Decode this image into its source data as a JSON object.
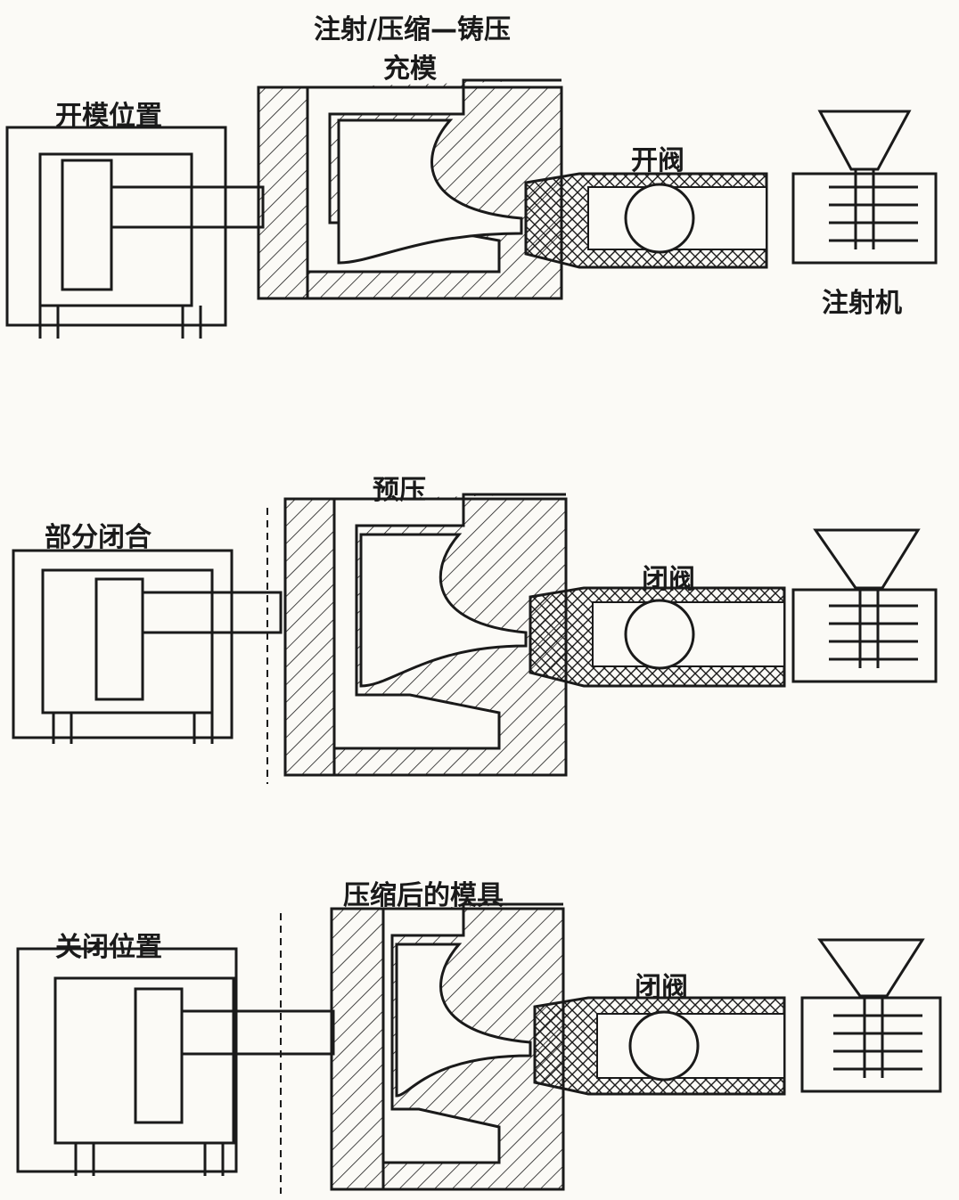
{
  "title": "注射/压缩—铸压",
  "stages": [
    {
      "stage_label": "充模",
      "position_label": "开模位置",
      "valve_label": "开阀",
      "machine_label": "注射机"
    },
    {
      "stage_label": "预压",
      "position_label": "部分闭合",
      "valve_label": "闭阀"
    },
    {
      "stage_label": "压缩后的模具",
      "position_label": "关闭位置",
      "valve_label": "闭阀"
    }
  ],
  "colors": {
    "ink": "#1a1a1a",
    "paper": "#fbfaf6",
    "bleed": "#d7d4cc"
  }
}
